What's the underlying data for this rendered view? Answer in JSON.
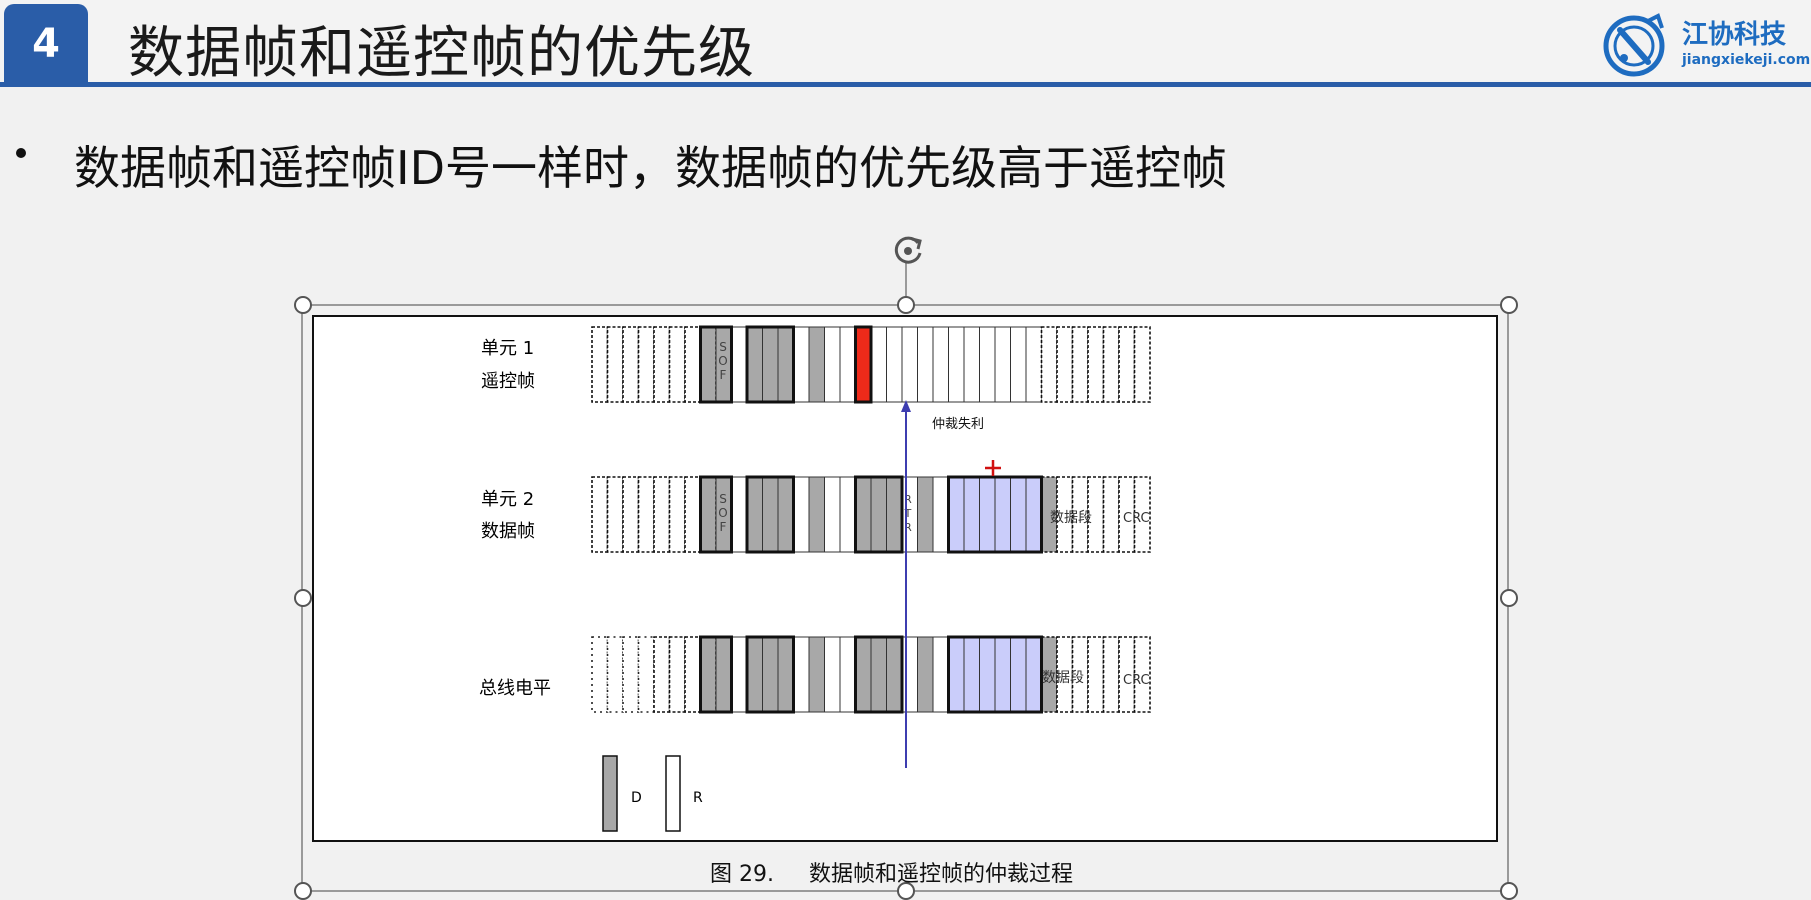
{
  "slide": {
    "number": "4",
    "title": "数据帧和遥控帧的优先级"
  },
  "logo": {
    "name_cn": "江协科技",
    "domain": "jiangxiekeji.com"
  },
  "bullet": {
    "text": "数据帧和遥控帧ID号一样时，数据帧的优先级高于遥控帧"
  },
  "figure": {
    "rows": [
      {
        "label_line1": "单元 1",
        "label_line2": "遥控帧"
      },
      {
        "label_line1": "单元 2",
        "label_line2": "数据帧"
      },
      {
        "label_line1": "总线电平",
        "label_line2": ""
      }
    ],
    "sof_label": "SOF",
    "rtr_label": "RTR",
    "data_segment_label": "数据段",
    "crc_label": "CRC",
    "arbitration_lost_label": "仲裁失利",
    "legend": {
      "dominant": "D",
      "recessive": "R"
    },
    "caption": "图 29.     数据帧和遥控帧的仲裁过程"
  },
  "colors": {
    "accent": "#2a5da8",
    "dominant": "#a8a8a8",
    "rtr_highlight": "#ee2a1a",
    "data_fill": "#cacdfa",
    "arrow": "#3d3db0"
  }
}
